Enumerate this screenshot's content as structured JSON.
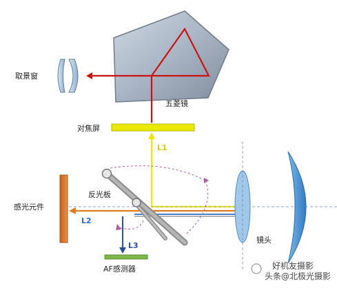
{
  "labels": {
    "viewfinder": "取景窗",
    "pentaprism": "五菱镜",
    "focusing_screen": "对焦屏",
    "reflex_mirror": "反光板",
    "image_sensor": "感光元件",
    "lens": "镜头",
    "af_sensor": "AF感测器"
  },
  "beams": {
    "l1": "L1",
    "l2": "L2",
    "l3": "L3"
  },
  "watermark": {
    "line1": "头条@北极光摄影",
    "line2": "好机友摄影"
  },
  "colors": {
    "prism": "#9aa8b8",
    "red_ray": "#cc1111",
    "yellow_ray": "#f2e600",
    "orange_ray": "#e07a1e",
    "sensor": "#d9752a",
    "lens": "#5a9fd6",
    "af_sensor": "#7ab648",
    "focus_screen": "#e8e800",
    "beam_label_blue": "#2b6cc4"
  }
}
